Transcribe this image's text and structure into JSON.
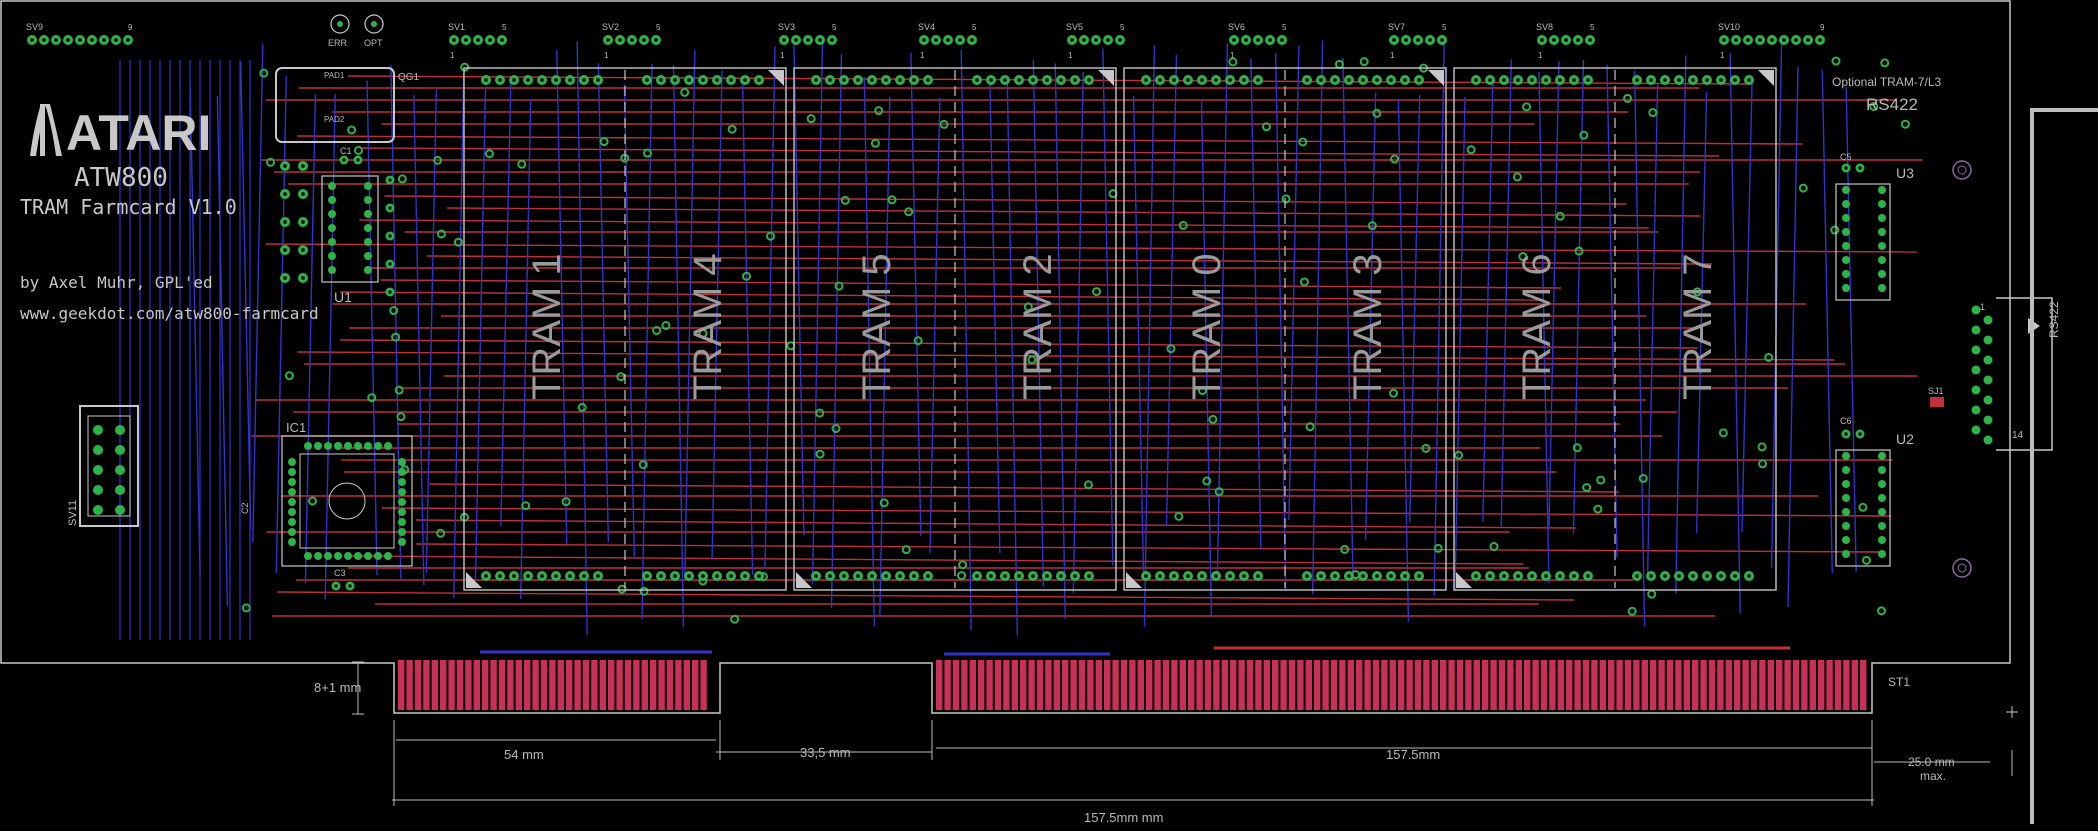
{
  "colors": {
    "background": "#000000",
    "outline": "#c8c8c8",
    "pad": "#2db34a",
    "bottom_trace": "#3333cc",
    "top_trace": "#c0303a",
    "finger": "#c8305a",
    "text": "#b9b9b9"
  },
  "logo": {
    "brand": "ATARI",
    "model": "ATW800",
    "title": "TRAM Farmcard V1.0",
    "author": "by Axel Muhr, GPL'ed",
    "url": "www.geekdot.com/atw800-farmcard"
  },
  "leds": {
    "err": "ERR",
    "opt": "OPT"
  },
  "oscillator": {
    "ref": "QG1",
    "pad1": "PAD1",
    "pad2": "PAD2"
  },
  "headers": [
    {
      "name": "SV9",
      "left": "",
      "right": "9"
    },
    {
      "name": "SV1",
      "left": "1",
      "right": "5"
    },
    {
      "name": "SV2",
      "left": "1",
      "right": "5"
    },
    {
      "name": "SV3",
      "left": "1",
      "right": "5"
    },
    {
      "name": "SV4",
      "left": "1",
      "right": "5"
    },
    {
      "name": "SV5",
      "left": "1",
      "right": "5"
    },
    {
      "name": "SV6",
      "left": "1",
      "right": "5"
    },
    {
      "name": "SV7",
      "left": "1",
      "right": "5"
    },
    {
      "name": "SV8",
      "left": "1",
      "right": "5"
    },
    {
      "name": "SV10",
      "left": "1",
      "right": "9"
    }
  ],
  "trams": [
    "TRAM 1",
    "TRAM 4",
    "TRAM 5",
    "TRAM 2",
    "TRAM 0",
    "TRAM 3",
    "TRAM 6",
    "TRAM 7"
  ],
  "optional": {
    "label": "Optional TRAM-7/L3",
    "rs422": "RS422",
    "connector_label": "RS422"
  },
  "chips": {
    "u1": "U1",
    "u2": "U2",
    "u3": "U3",
    "ic1": "IC1",
    "c1": "C1",
    "c2": "C2",
    "c3": "C3",
    "c5": "C5",
    "c6": "C6",
    "sj1": "SJ1",
    "sv11": "SV11",
    "st1": "ST1"
  },
  "connector_pins": {
    "top": "1",
    "bottom": "14"
  },
  "dimensions": {
    "finger_height": "8+1 mm",
    "left_finger": "54 mm",
    "gap": "33,5 mm",
    "right_finger": "157.5mm",
    "total": "157.5mm mm",
    "bracket_line1": "25.0 mm",
    "bracket_line2": "max."
  }
}
